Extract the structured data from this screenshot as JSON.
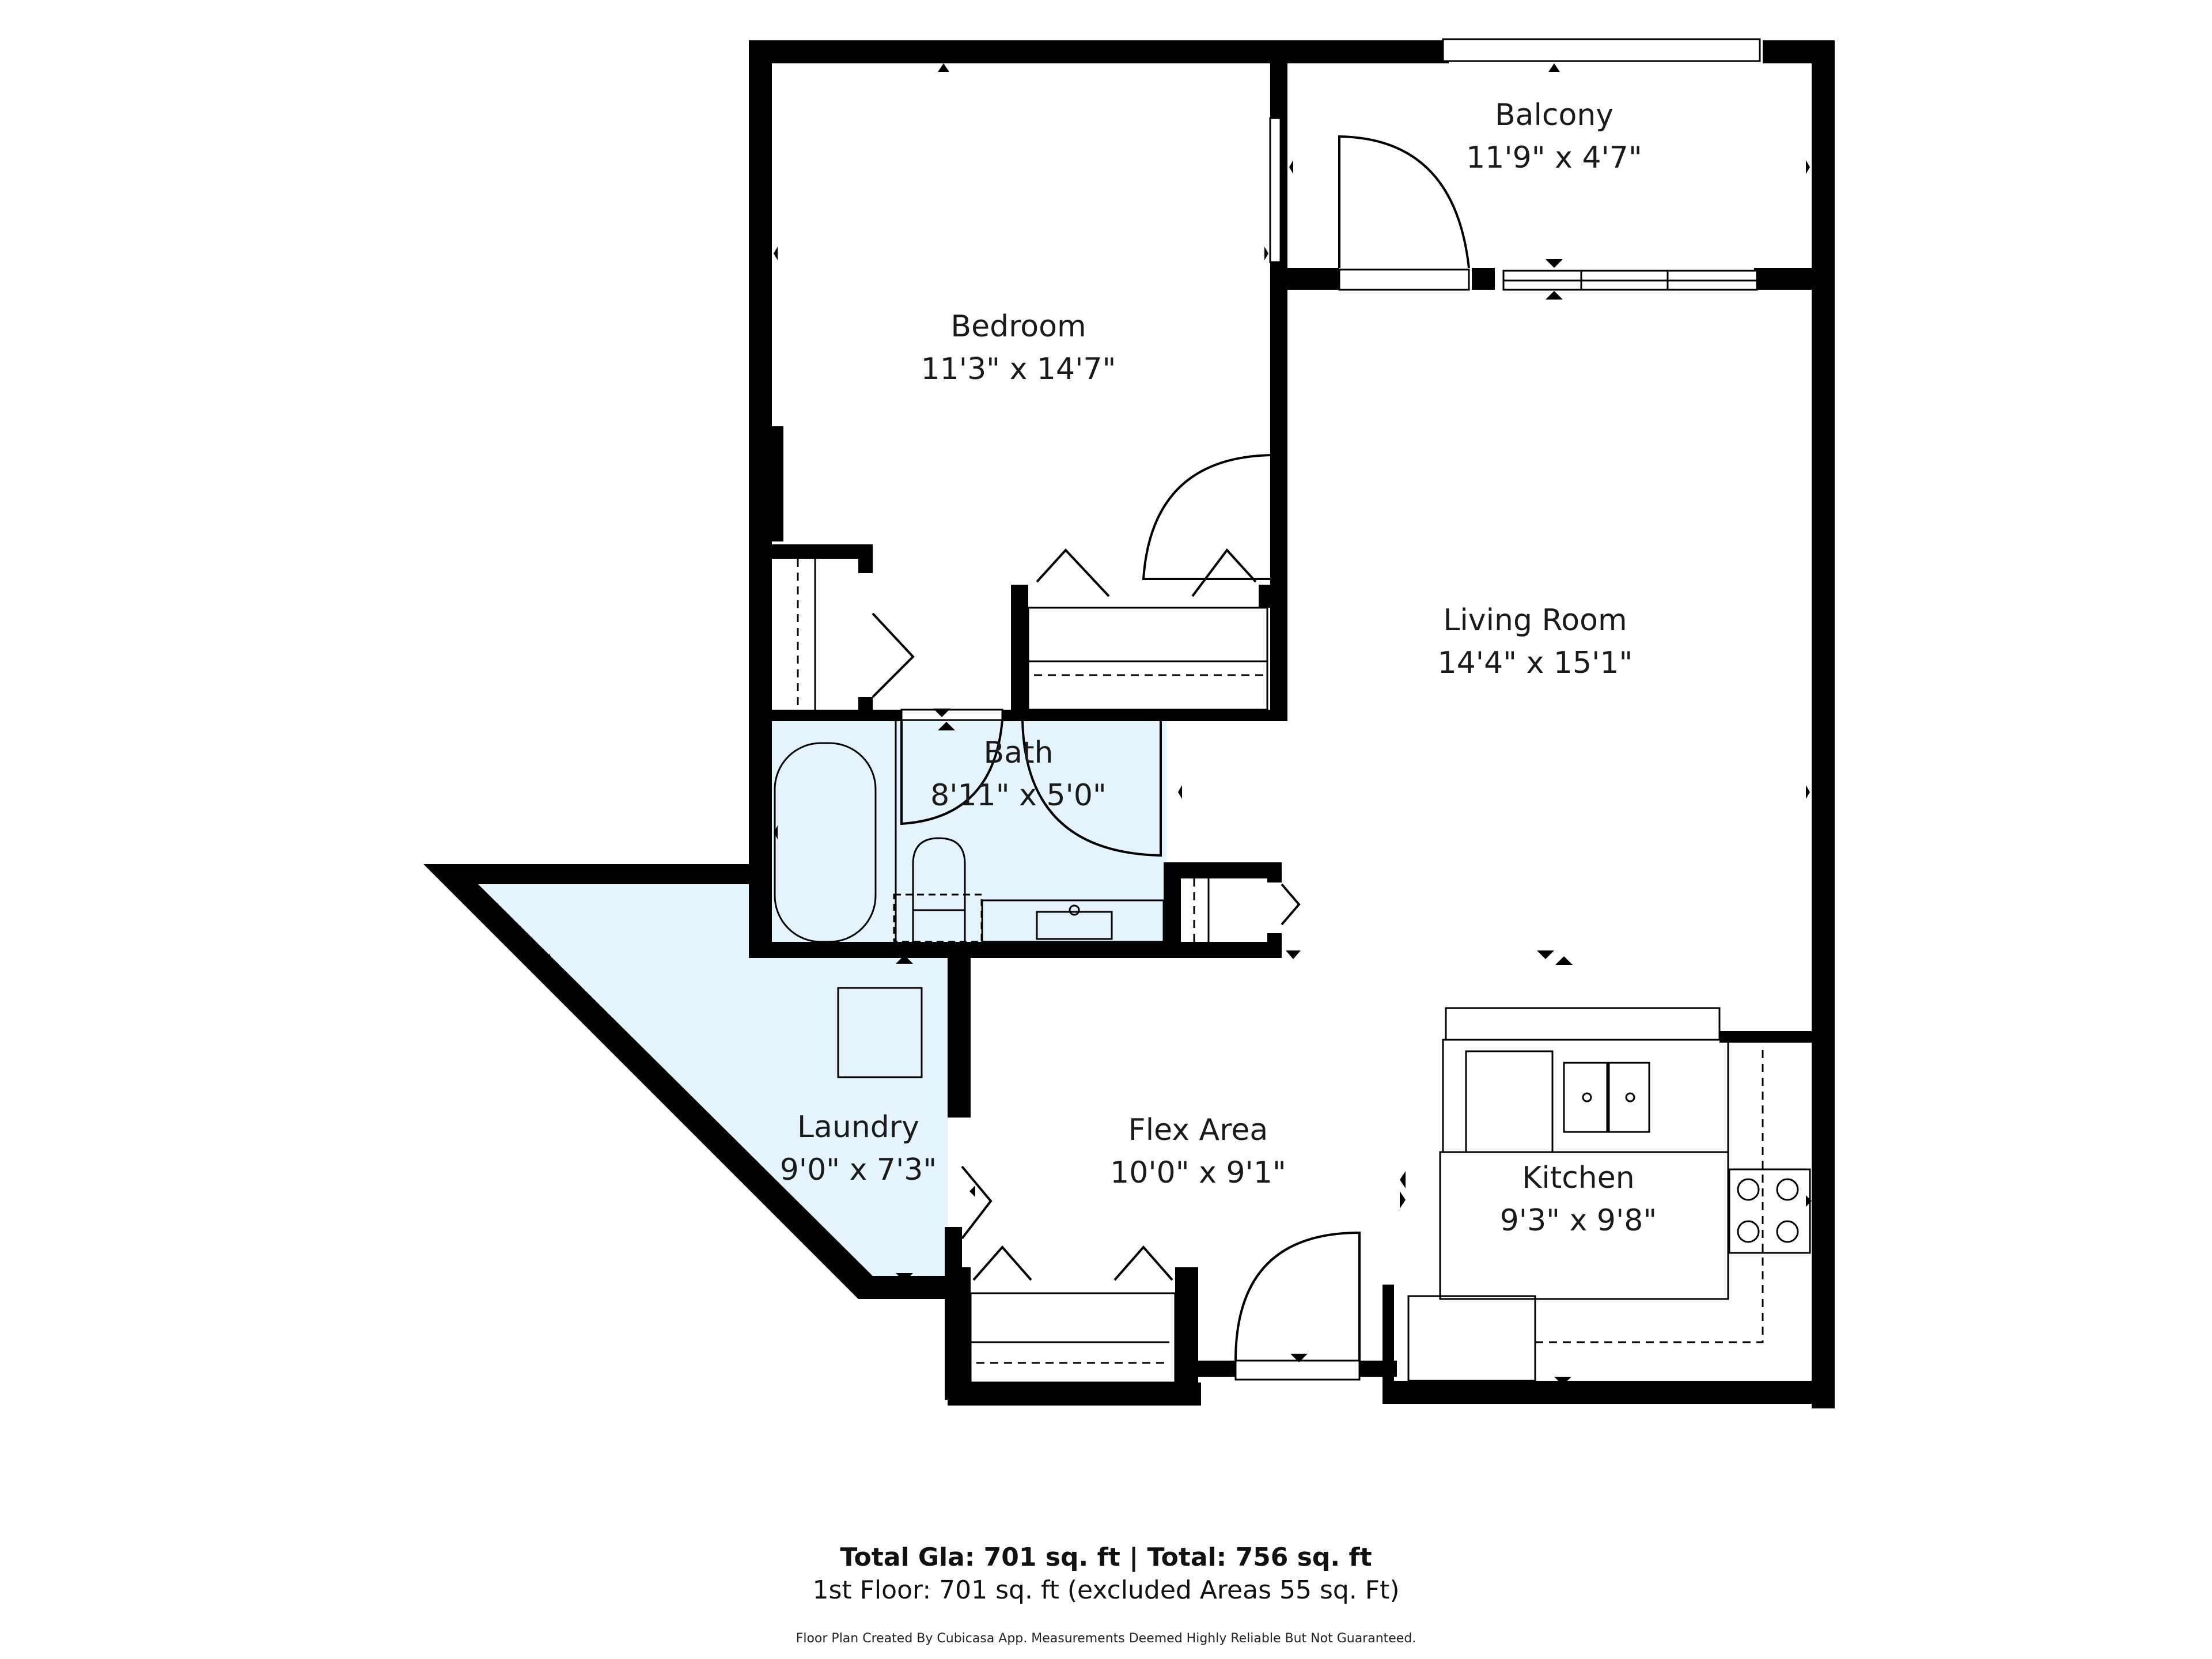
{
  "colors": {
    "wall": "#000000",
    "background": "#ffffff",
    "wet_area_fill": "#e5f3fc",
    "line": "#000000"
  },
  "rooms": [
    {
      "id": "bedroom",
      "name": "Bedroom",
      "dims": "11'3\" x 14'7\""
    },
    {
      "id": "balcony",
      "name": "Balcony",
      "dims": "11'9\" x 4'7\""
    },
    {
      "id": "living_room",
      "name": "Living Room",
      "dims": "14'4\" x 15'1\""
    },
    {
      "id": "bath",
      "name": "Bath",
      "dims": "8'11\" x 5'0\""
    },
    {
      "id": "laundry",
      "name": "Laundry",
      "dims": "9'0\" x 7'3\""
    },
    {
      "id": "flex_area",
      "name": "Flex Area",
      "dims": "10'0\" x 9'1\""
    },
    {
      "id": "kitchen",
      "name": "Kitchen",
      "dims": "9'3\" x 9'8\""
    }
  ],
  "footer": {
    "totals": "Total Gla: 701 sq. ft | Total: 756 sq. ft",
    "floor": "1st Floor: 701 sq. ft (excluded Areas 55 sq. Ft)",
    "disclaimer": "Floor Plan Created By Cubicasa App. Measurements Deemed Highly Reliable But Not Guaranteed."
  }
}
